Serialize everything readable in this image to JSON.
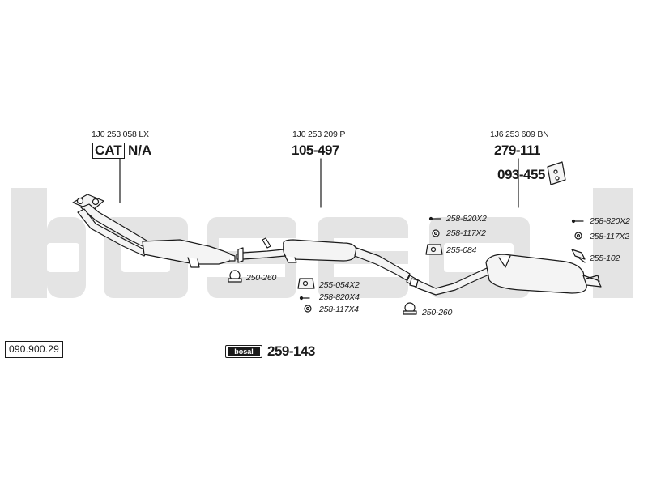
{
  "brand_watermark": "bosal",
  "reference_number": "090.900.29",
  "oe_numbers": {
    "front": "1J0 253 058 LX",
    "middle": "1J0 253 209 P",
    "rear": "1J6 253 609 BN"
  },
  "main_parts": {
    "cat_label": "CAT",
    "cat_value": "N/A",
    "middle_silencer": "105-497",
    "rear_silencer": "279-111",
    "heat_shield": "093-455",
    "mounting_kit": "259-143"
  },
  "kit_badge": "bosal",
  "small_parts": [
    {
      "label": "250-260"
    },
    {
      "label": "255-054X2"
    },
    {
      "label": "258-820X4"
    },
    {
      "label": "258-117X4"
    },
    {
      "label": "250-260"
    },
    {
      "label": "258-820X2"
    },
    {
      "label": "258-117X2"
    },
    {
      "label": "255-084"
    },
    {
      "label": "258-820X2"
    },
    {
      "label": "258-117X2"
    },
    {
      "label": "255-102"
    }
  ],
  "colors": {
    "line": "#1a1a1a",
    "watermark": "#e4e4e4",
    "pipe_fill": "#f4f4f4"
  }
}
